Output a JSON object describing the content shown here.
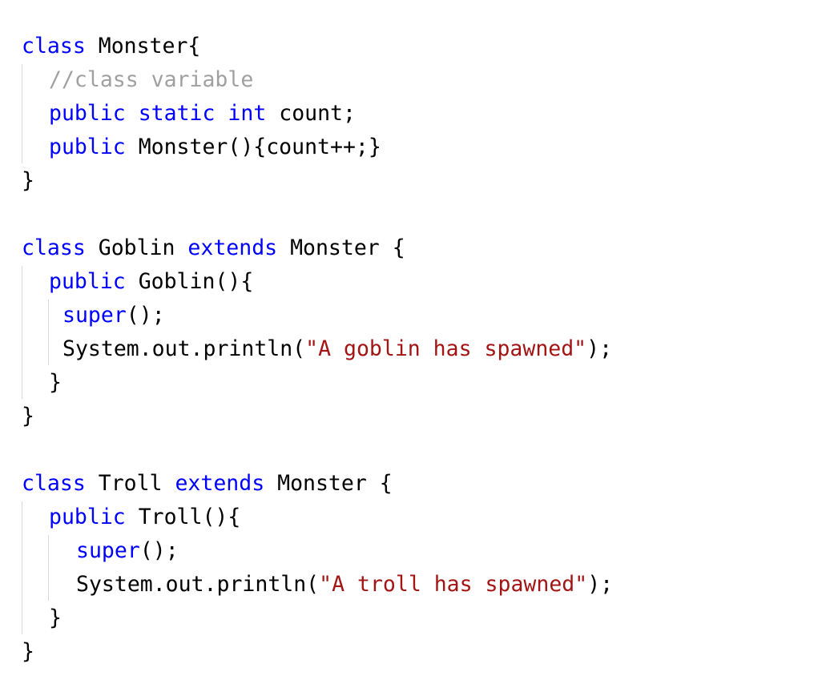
{
  "code": {
    "lines": [
      {
        "indent": 0,
        "tokens": [
          {
            "t": "class",
            "c": "kw"
          },
          {
            "t": " Monster{",
            "c": "plain"
          }
        ]
      },
      {
        "indent": 1,
        "tokens": [
          {
            "t": "//class variable",
            "c": "cm"
          }
        ]
      },
      {
        "indent": 1,
        "tokens": [
          {
            "t": "public",
            "c": "kw"
          },
          {
            "t": " ",
            "c": "plain"
          },
          {
            "t": "static",
            "c": "kw"
          },
          {
            "t": " ",
            "c": "plain"
          },
          {
            "t": "int",
            "c": "kw"
          },
          {
            "t": " count;",
            "c": "plain"
          }
        ]
      },
      {
        "indent": 1,
        "tokens": [
          {
            "t": "public",
            "c": "kw"
          },
          {
            "t": " Monster(){count++;}",
            "c": "plain"
          }
        ]
      },
      {
        "indent": 0,
        "tokens": [
          {
            "t": "}",
            "c": "plain"
          }
        ]
      },
      {
        "indent": 0,
        "tokens": []
      },
      {
        "indent": 0,
        "tokens": [
          {
            "t": "class",
            "c": "kw"
          },
          {
            "t": " Goblin ",
            "c": "plain"
          },
          {
            "t": "extends",
            "c": "kw"
          },
          {
            "t": " Monster {",
            "c": "plain"
          }
        ]
      },
      {
        "indent": 1,
        "tokens": [
          {
            "t": "public",
            "c": "kw"
          },
          {
            "t": " Goblin(){",
            "c": "plain"
          }
        ]
      },
      {
        "indent": 2,
        "tokens": [
          {
            "t": "super",
            "c": "kw"
          },
          {
            "t": "();",
            "c": "plain"
          }
        ]
      },
      {
        "indent": 2,
        "tokens": [
          {
            "t": "System.out.println(",
            "c": "plain"
          },
          {
            "t": "\"A goblin has spawned\"",
            "c": "str"
          },
          {
            "t": ");",
            "c": "plain"
          }
        ]
      },
      {
        "indent": 1,
        "tokens": [
          {
            "t": "}",
            "c": "plain"
          }
        ]
      },
      {
        "indent": 0,
        "tokens": [
          {
            "t": "}",
            "c": "plain"
          }
        ]
      },
      {
        "indent": 0,
        "tokens": []
      },
      {
        "indent": 0,
        "tokens": [
          {
            "t": "class",
            "c": "kw"
          },
          {
            "t": " Troll ",
            "c": "plain"
          },
          {
            "t": "extends",
            "c": "kw"
          },
          {
            "t": " Monster {",
            "c": "plain"
          }
        ]
      },
      {
        "indent": 1,
        "tokens": [
          {
            "t": "public",
            "c": "kw"
          },
          {
            "t": " Troll(){",
            "c": "plain"
          }
        ]
      },
      {
        "indent": 3,
        "tokens": [
          {
            "t": "super",
            "c": "kw"
          },
          {
            "t": "();",
            "c": "plain"
          }
        ]
      },
      {
        "indent": 3,
        "tokens": [
          {
            "t": "System.out.println(",
            "c": "plain"
          },
          {
            "t": "\"A troll has spawned\"",
            "c": "str"
          },
          {
            "t": ");",
            "c": "plain"
          }
        ]
      },
      {
        "indent": 1,
        "tokens": [
          {
            "t": "}",
            "c": "plain"
          }
        ]
      },
      {
        "indent": 0,
        "tokens": [
          {
            "t": "}",
            "c": "plain"
          }
        ]
      }
    ]
  },
  "colors": {
    "keyword": "#0000ff",
    "string": "#a31515",
    "comment": "#a0a0a0",
    "text": "#000000",
    "indent_guide": "#d9d9d9",
    "background": "#ffffff"
  }
}
